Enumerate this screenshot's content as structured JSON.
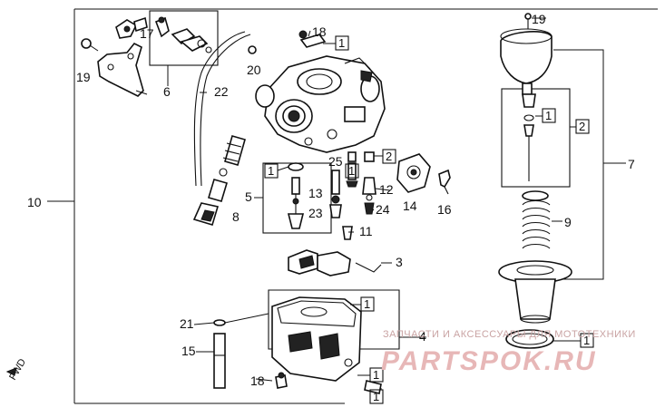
{
  "callouts": {
    "c1": "1",
    "c2": "2",
    "c3": "3",
    "c4": "4",
    "c5": "5",
    "c6": "6",
    "c7": "7",
    "c8": "8",
    "c9": "9",
    "c10": "10",
    "c11": "11",
    "c12": "12",
    "c13": "13",
    "c14": "14",
    "c15": "15",
    "c16": "16",
    "c17": "17",
    "c18": "18",
    "c19": "19",
    "c20": "20",
    "c21": "21",
    "c22": "22",
    "c23": "23",
    "c24": "24",
    "c25": "25"
  },
  "boxed_refs": {
    "one": "1",
    "two": "2"
  },
  "direction": {
    "fwd": "FWD"
  },
  "watermark": {
    "tagline": "ЗАПЧАСТИ И АКСЕССУАРЫ ДЛЯ МОТОТЕХНИКИ",
    "brand": "PARTSPOK.RU"
  }
}
